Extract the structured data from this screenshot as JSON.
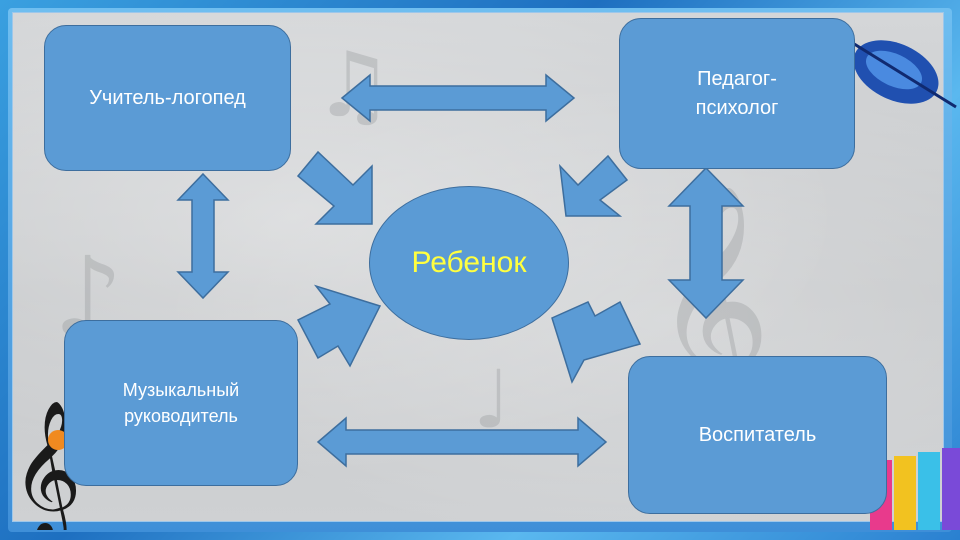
{
  "nodes": {
    "teacher_speech": "Учитель-логопед",
    "psychologist": "Педагог-психолог",
    "music_director": "Музыкальный руководитель",
    "educator": "Воспитатель"
  },
  "center": {
    "label": "Ребенок"
  },
  "colors": {
    "node_fill": "#5b9bd5",
    "node_border": "#3d6e9e",
    "node_text": "#ffffff",
    "center_text": "#ffff40"
  },
  "icons": {
    "decor": [
      "music-notes-background",
      "treble-clef-icon",
      "violin-icon",
      "piano-keys"
    ]
  }
}
